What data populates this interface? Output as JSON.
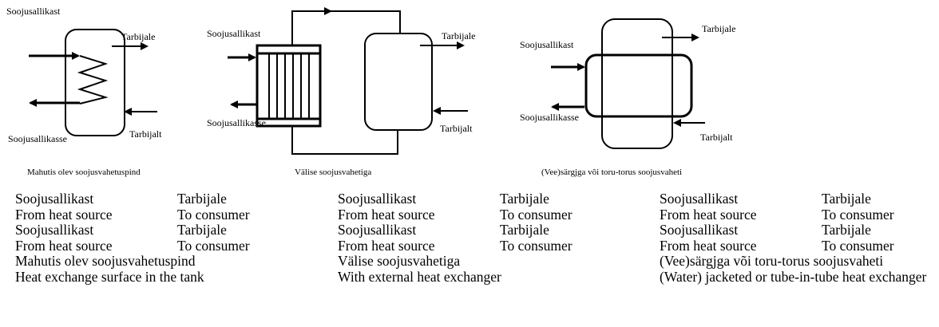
{
  "diagram_labels": {
    "d1": {
      "source_in": "Soojusallikast",
      "consumer_out": "Tarbijale",
      "source_back": "Soojusallikasse",
      "consumer_in": "Tarbijalt",
      "caption": "Mahutis olev soojusvahetuspind"
    },
    "d2": {
      "source_in": "Soojusallikast",
      "consumer_out": "Tarbijale",
      "source_back": "Soojusallikasse",
      "consumer_in": "Tarbijalt",
      "caption": "Välise soojusvahetiga"
    },
    "d3": {
      "source_in": "Soojusallikast",
      "consumer_out": "Tarbijale",
      "source_back": "Soojusallikasse",
      "consumer_in": "Tarbijalt",
      "caption": "(Vee)särgjga või toru-torus soojusvaheti"
    }
  },
  "legend": [
    {
      "rows": [
        [
          "Soojusallikast",
          "Tarbijale"
        ],
        [
          "From heat source",
          "To consumer"
        ],
        [
          "Soojusallikast",
          "Tarbijale"
        ],
        [
          "From heat source",
          "To consumer"
        ]
      ],
      "caption_et": "Mahutis olev soojusvahetuspind",
      "caption_en": "Heat exchange surface in the tank"
    },
    {
      "rows": [
        [
          "Soojusallikast",
          "Tarbijale"
        ],
        [
          "From heat source",
          "To consumer"
        ],
        [
          "Soojusallikast",
          "Tarbijale"
        ],
        [
          "From heat source",
          "To consumer"
        ]
      ],
      "caption_et": "Välise soojusvahetiga",
      "caption_en": "With external heat exchanger"
    },
    {
      "rows": [
        [
          "Soojusallikast",
          "Tarbijale"
        ],
        [
          "From heat source",
          "To consumer"
        ],
        [
          "Soojusallikast",
          "Tarbijale"
        ],
        [
          "From heat source",
          "To consumer"
        ]
      ],
      "caption_et": "(Vee)särgjga või toru-torus soojusvaheti",
      "caption_en": "(Water) jacketed or tube-in-tube heat exchanger"
    }
  ]
}
